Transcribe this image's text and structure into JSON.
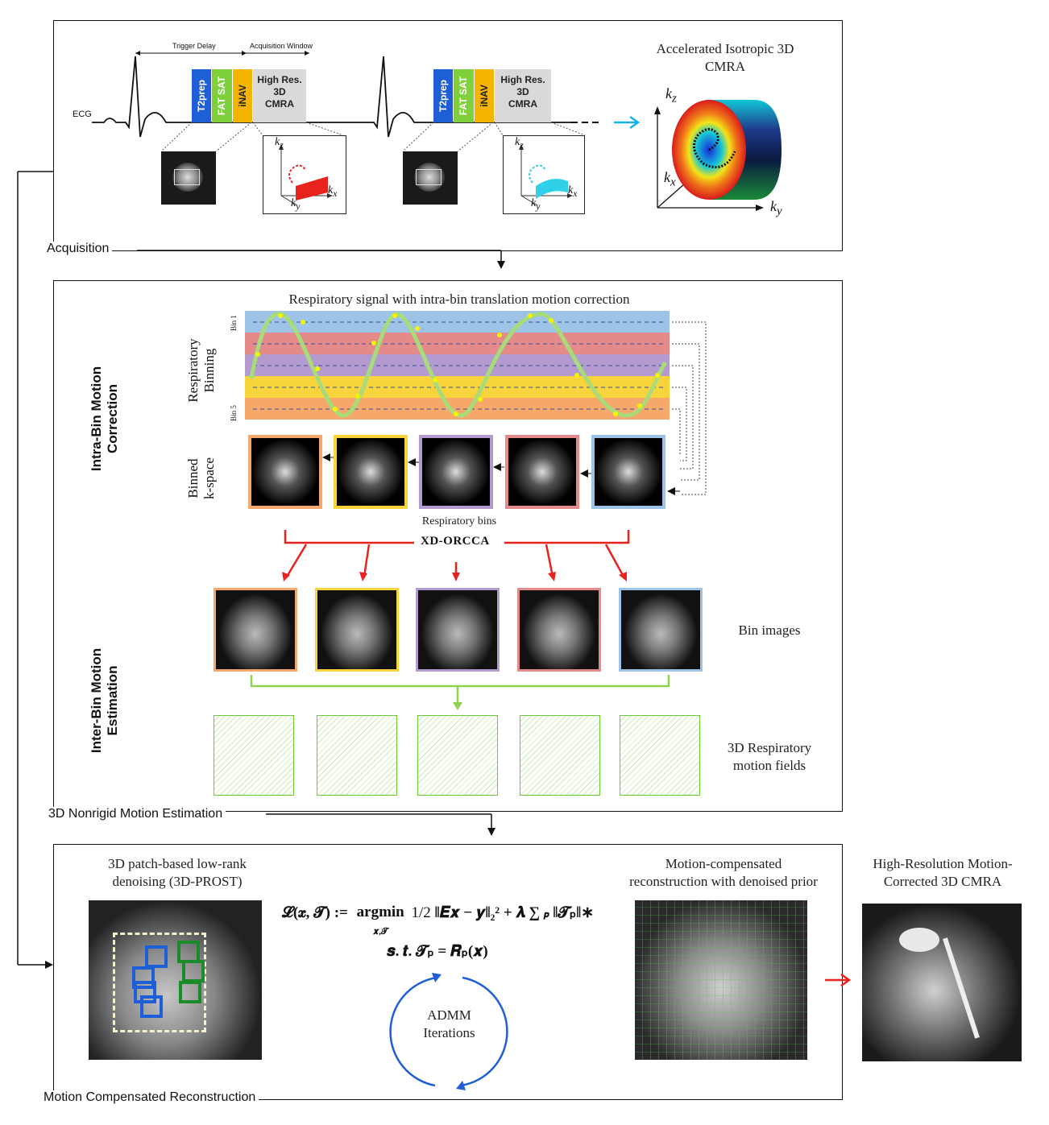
{
  "sections": {
    "acquisition": "Acquisition",
    "motion_estimation": "3D Nonrigid Motion Estimation",
    "reconstruction": "Motion Compensated Reconstruction"
  },
  "acquisition": {
    "ecg": "ECG",
    "trigger_delay": "Trigger Delay",
    "acquisition_window": "Acquisition Window",
    "blocks": [
      "T2prep",
      "FAT SAT",
      "iNAV"
    ],
    "hires_line1": "High Res.",
    "hires_line2": "3D",
    "hires_line3": "CMRA",
    "result_title_line1": "Accelerated Isotropic 3D",
    "result_title_line2": "CMRA",
    "axis_kz": "k",
    "axis_kz_sub": "z",
    "axis_kx": "k",
    "axis_kx_sub": "x",
    "axis_ky": "k",
    "axis_ky_sub": "y"
  },
  "motion": {
    "intra_bin_title_line1": "Intra-Bin Motion",
    "intra_bin_title_line2": "Correction",
    "inter_bin_title_line1": "Inter-Bin Motion",
    "inter_bin_title_line2": "Estimation",
    "resp_signal_title": "Respiratory signal with intra-bin translation motion correction",
    "resp_binning_line1": "Respiratory",
    "resp_binning_line2": "Binning",
    "bin1": "Bin 1",
    "bin5": "Bin 5",
    "binned_line1": "Binned",
    "binned_line2": "k-space",
    "resp_bins": "Respiratory bins",
    "xd_orcca": "XD-ORCCA",
    "bin_images": "Bin images",
    "fields_line1": "3D Respiratory",
    "fields_line2": "motion fields"
  },
  "recon": {
    "prost_line1": "3D patch-based low-rank",
    "prost_line2": "denoising (3D-PROST)",
    "mc_line1": "Motion-compensated",
    "mc_line2": "reconstruction with denoised prior",
    "final_line1": "High-Resolution Motion-",
    "final_line2": "Corrected 3D CMRA",
    "admm_line1": "ADMM",
    "admm_line2": "Iterations",
    "eq_lhs": "𝓛(𝒙, 𝓣) :=",
    "eq_argmin": "argmin",
    "eq_argmin_sub": "𝒙,𝓣",
    "eq_half": "1/2",
    "eq_term1": "‖𝑬𝒙 − 𝒚‖₂² + 𝝀 ∑",
    "eq_sum_sub": "𝒑",
    "eq_term2": "‖𝓣ₚ‖∗",
    "eq_constraint": "𝒔. 𝒕.  𝓣ₚ = 𝑹ₚ(𝒙)"
  },
  "colors": {
    "t2prep": "#1f5fd6",
    "fatsat": "#7fd13b",
    "inav": "#f5b400",
    "bin_orange": "#f5a86a",
    "bin_yellow": "#f7d33c",
    "bin_purple": "#b39bcf",
    "bin_red": "#e58a8a",
    "bin_blue": "#9dc3e6",
    "arrow_red": "#e8221c",
    "arrow_green": "#8fd14f",
    "arrow_cyan": "#1ab0e8",
    "admm_blue": "#1f5fd6"
  }
}
